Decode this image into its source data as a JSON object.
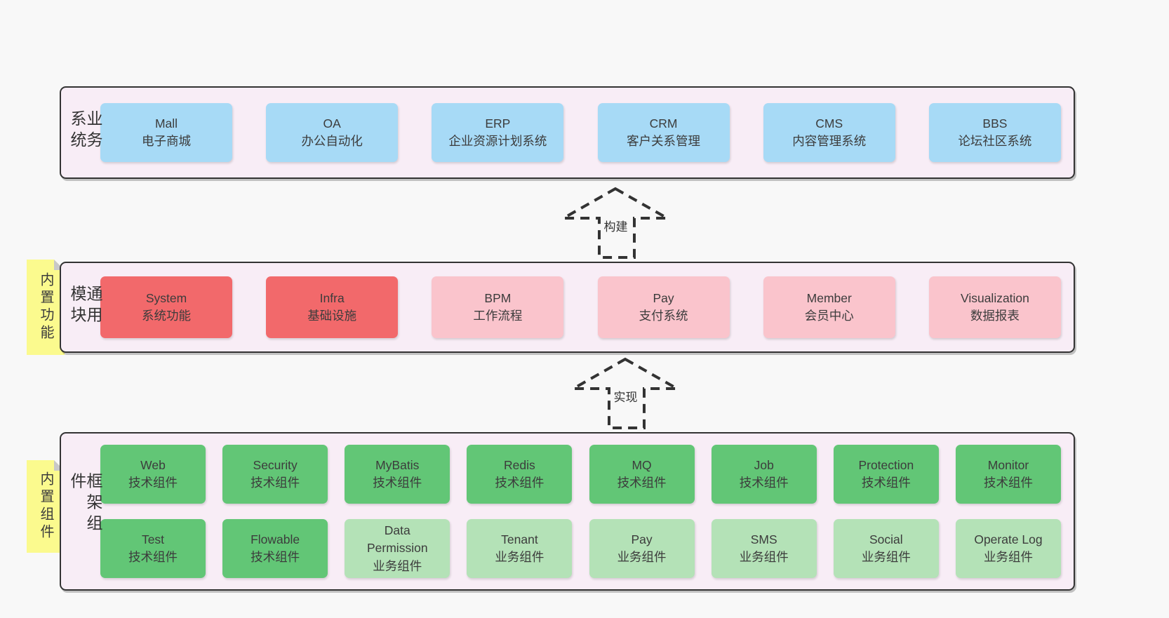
{
  "colors": {
    "page_bg": "#f8f8f8",
    "band_bg": "#f8edf6",
    "band_border": "#333333",
    "blue": "#a7daf6",
    "red": "#f2696b",
    "pink": "#fac4cc",
    "green": "#62c676",
    "light_green": "#b4e2b7",
    "note_yellow": "#fbfa8e",
    "note_fold": "#c8c8c8",
    "text": "#3c3c3c"
  },
  "arrows": [
    {
      "label": "构建"
    },
    {
      "label": "实现"
    }
  ],
  "bands": [
    {
      "label": "业务系统",
      "items": [
        {
          "name": "Mall",
          "subtitle": "电子商城"
        },
        {
          "name": "OA",
          "subtitle": "办公自动化"
        },
        {
          "name": "ERP",
          "subtitle": "企业资源计划系统"
        },
        {
          "name": "CRM",
          "subtitle": "客户关系管理"
        },
        {
          "name": "CMS",
          "subtitle": "内容管理系统"
        },
        {
          "name": "BBS",
          "subtitle": "论坛社区系统"
        }
      ]
    },
    {
      "label": "通用模块",
      "note": "内置功能",
      "items": [
        {
          "name": "System",
          "subtitle": "系统功能"
        },
        {
          "name": "Infra",
          "subtitle": "基础设施"
        },
        {
          "name": "BPM",
          "subtitle": "工作流程"
        },
        {
          "name": "Pay",
          "subtitle": "支付系统"
        },
        {
          "name": "Member",
          "subtitle": "会员中心"
        },
        {
          "name": "Visualization",
          "subtitle": "数据报表"
        }
      ]
    },
    {
      "label": "框架组件",
      "note": "内置组件",
      "rows": [
        [
          {
            "name": "Web",
            "subtitle": "技术组件"
          },
          {
            "name": "Security",
            "subtitle": "技术组件"
          },
          {
            "name": "MyBatis",
            "subtitle": "技术组件"
          },
          {
            "name": "Redis",
            "subtitle": "技术组件"
          },
          {
            "name": "MQ",
            "subtitle": "技术组件"
          },
          {
            "name": "Job",
            "subtitle": "技术组件"
          },
          {
            "name": "Protection",
            "subtitle": "技术组件"
          },
          {
            "name": "Monitor",
            "subtitle": "技术组件"
          }
        ],
        [
          {
            "name": "Test",
            "subtitle": "技术组件"
          },
          {
            "name": "Flowable",
            "subtitle": "技术组件"
          },
          {
            "name": "Data Permission",
            "subtitle": "业务组件"
          },
          {
            "name": "Tenant",
            "subtitle": "业务组件"
          },
          {
            "name": "Pay",
            "subtitle": "业务组件"
          },
          {
            "name": "SMS",
            "subtitle": "业务组件"
          },
          {
            "name": "Social",
            "subtitle": "业务组件"
          },
          {
            "name": "Operate Log",
            "subtitle": "业务组件"
          }
        ]
      ]
    }
  ]
}
